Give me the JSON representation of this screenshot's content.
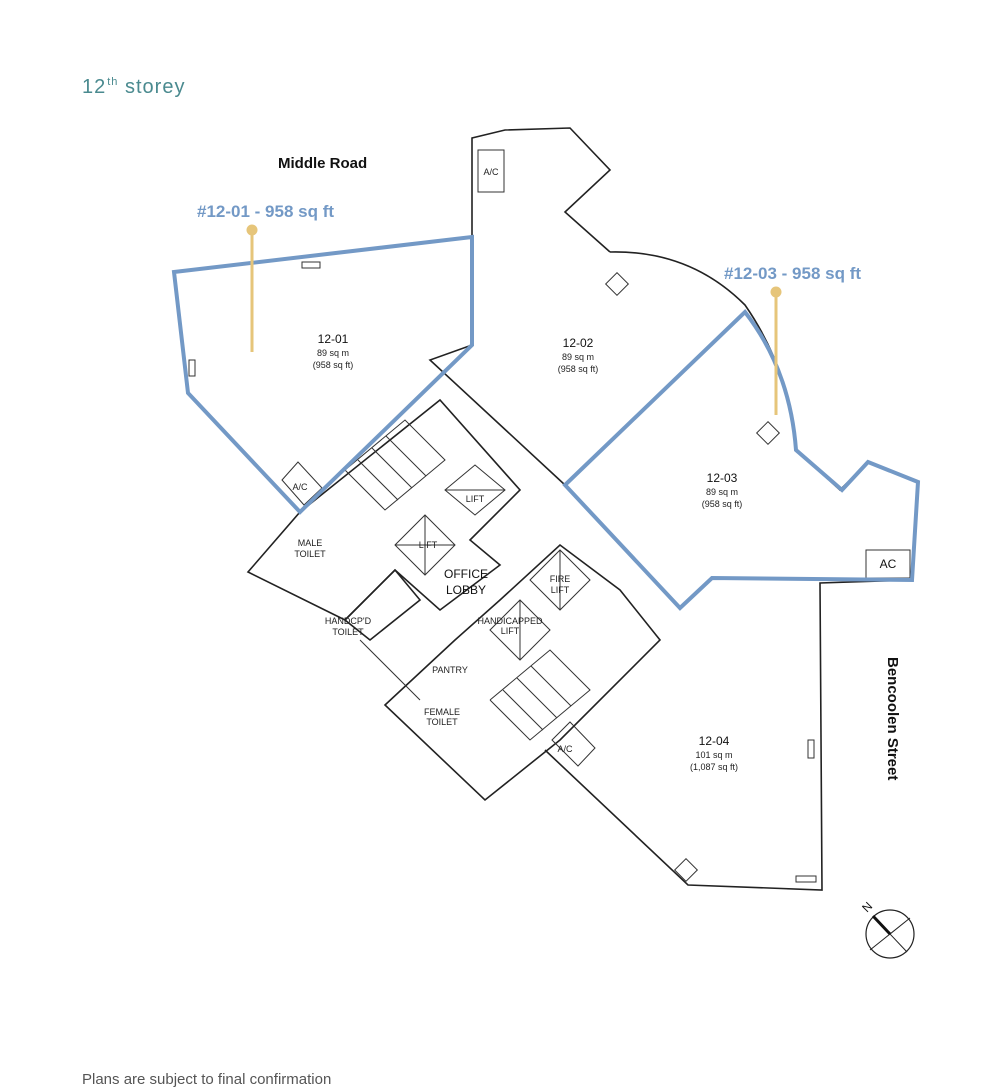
{
  "title": {
    "number": "12",
    "suffix": "th",
    "word": "storey"
  },
  "roads": {
    "north": "Middle Road",
    "east": "Bencoolen Street"
  },
  "callouts": [
    {
      "text": "#12-01 - 958 sq ft"
    },
    {
      "text": "#12-03 - 958 sq ft"
    }
  ],
  "units": [
    {
      "id": "12-01",
      "sqm": "89 sq m",
      "sqft": "(958 sq ft)"
    },
    {
      "id": "12-02",
      "sqm": "89 sq m",
      "sqft": "(958 sq ft)"
    },
    {
      "id": "12-03",
      "sqm": "89 sq m",
      "sqft": "(958 sq ft)"
    },
    {
      "id": "12-04",
      "sqm": "101 sq m",
      "sqft": "(1,087 sq ft)"
    }
  ],
  "core": {
    "office": "OFFICE",
    "lobby": "LOBBY",
    "lift": "LIFT",
    "fire_lift_1": "FIRE",
    "fire_lift_2": "LIFT",
    "handicapped_lift_1": "HANDICAPPED",
    "handicapped_lift_2": "LIFT",
    "male_toilet_1": "MALE",
    "male_toilet_2": "TOILET",
    "female_toilet_1": "FEMALE",
    "female_toilet_2": "TOILET",
    "hcp_toilet_1": "HANDCP'D",
    "hcp_toilet_2": "TOILET",
    "pantry": "PANTRY",
    "ac": "A/C",
    "ac2": "AC"
  },
  "compass": {
    "north": "N"
  },
  "footer": "Plans are subject to final confirmation",
  "colors": {
    "outline": "#7399c6",
    "pin": "#e6c57a",
    "title": "#4a8a8f"
  }
}
